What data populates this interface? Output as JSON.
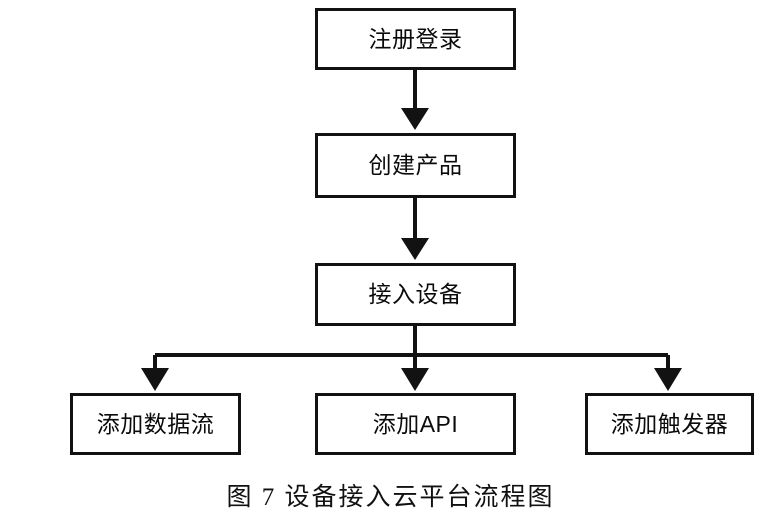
{
  "figure": {
    "caption": "图 7 设备接入云平台流程图",
    "background_color": "#ffffff",
    "stroke_color": "#121212",
    "text_color": "#0b0b0b"
  },
  "diagram": {
    "type": "flowchart",
    "orientation": "top-to-bottom",
    "nodes": [
      {
        "id": "register",
        "label": "注册登录",
        "shape": "rectangle"
      },
      {
        "id": "product",
        "label": "创建产品",
        "shape": "rectangle"
      },
      {
        "id": "device",
        "label": "接入设备",
        "shape": "rectangle"
      },
      {
        "id": "datastream",
        "label": "添加数据流",
        "shape": "rectangle"
      },
      {
        "id": "api",
        "label": "添加API",
        "shape": "rectangle"
      },
      {
        "id": "trigger",
        "label": "添加触发器",
        "shape": "rectangle"
      }
    ],
    "edges": [
      {
        "from": "register",
        "to": "product",
        "style": "arrow-down"
      },
      {
        "from": "product",
        "to": "device",
        "style": "arrow-down"
      },
      {
        "from": "device",
        "to": "datastream",
        "style": "arrow-branch-left"
      },
      {
        "from": "device",
        "to": "api",
        "style": "arrow-down"
      },
      {
        "from": "device",
        "to": "trigger",
        "style": "arrow-branch-right"
      }
    ]
  }
}
